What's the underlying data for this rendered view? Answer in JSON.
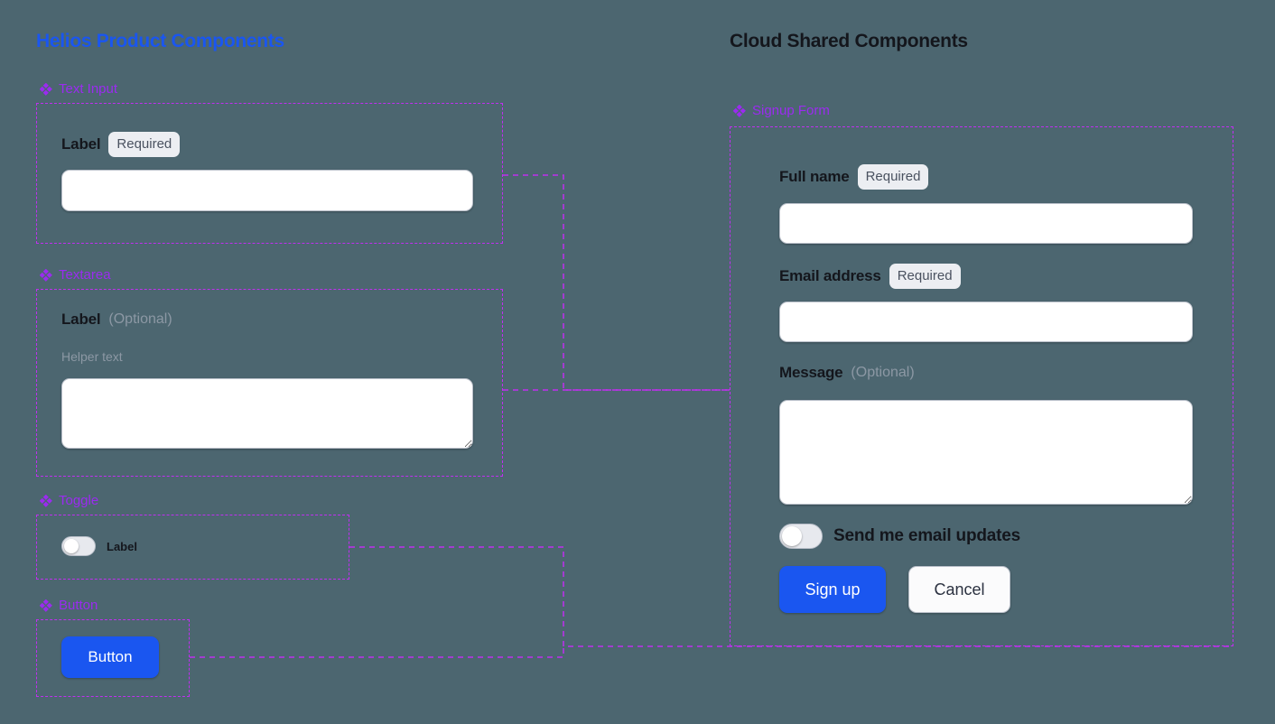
{
  "background_color": "#4c6670",
  "accent_colors": {
    "brand_blue": "#1a56f0",
    "annotation_purple": "#c02ff0",
    "label_purple": "#9b2bf0",
    "title_dark": "#14161c",
    "muted_gray": "#8c98a4",
    "badge_bg": "#eceef2"
  },
  "columns": {
    "left": {
      "title": "Helios Product Components",
      "sections": [
        {
          "icon": "components-diamond-icon",
          "label": "Text Input"
        },
        {
          "icon": "components-diamond-icon",
          "label": "Textarea"
        },
        {
          "icon": "components-diamond-icon",
          "label": "Toggle"
        },
        {
          "icon": "components-diamond-icon",
          "label": "Button"
        }
      ]
    },
    "right": {
      "title": "Cloud Shared Components",
      "sections": [
        {
          "icon": "components-diamond-icon",
          "label": "Signup Form"
        }
      ]
    }
  },
  "text_input_demo": {
    "label": "Label",
    "badge": "Required",
    "value": "",
    "placeholder": ""
  },
  "textarea_demo": {
    "label": "Label",
    "optional": "(Optional)",
    "helper": "Helper text",
    "value": "",
    "placeholder": ""
  },
  "toggle_demo": {
    "label": "Label",
    "state": "off"
  },
  "button_demo": {
    "label": "Button"
  },
  "signup_form": {
    "fields": [
      {
        "label": "Full name",
        "badge": "Required",
        "type": "text",
        "value": "",
        "placeholder": ""
      },
      {
        "label": "Email address",
        "badge": "Required",
        "type": "text",
        "value": "",
        "placeholder": ""
      },
      {
        "label": "Message",
        "optional": "(Optional)",
        "type": "textarea",
        "value": "",
        "placeholder": ""
      }
    ],
    "toggle": {
      "label": "Send me email updates",
      "state": "off"
    },
    "actions": {
      "primary": "Sign up",
      "secondary": "Cancel"
    }
  }
}
